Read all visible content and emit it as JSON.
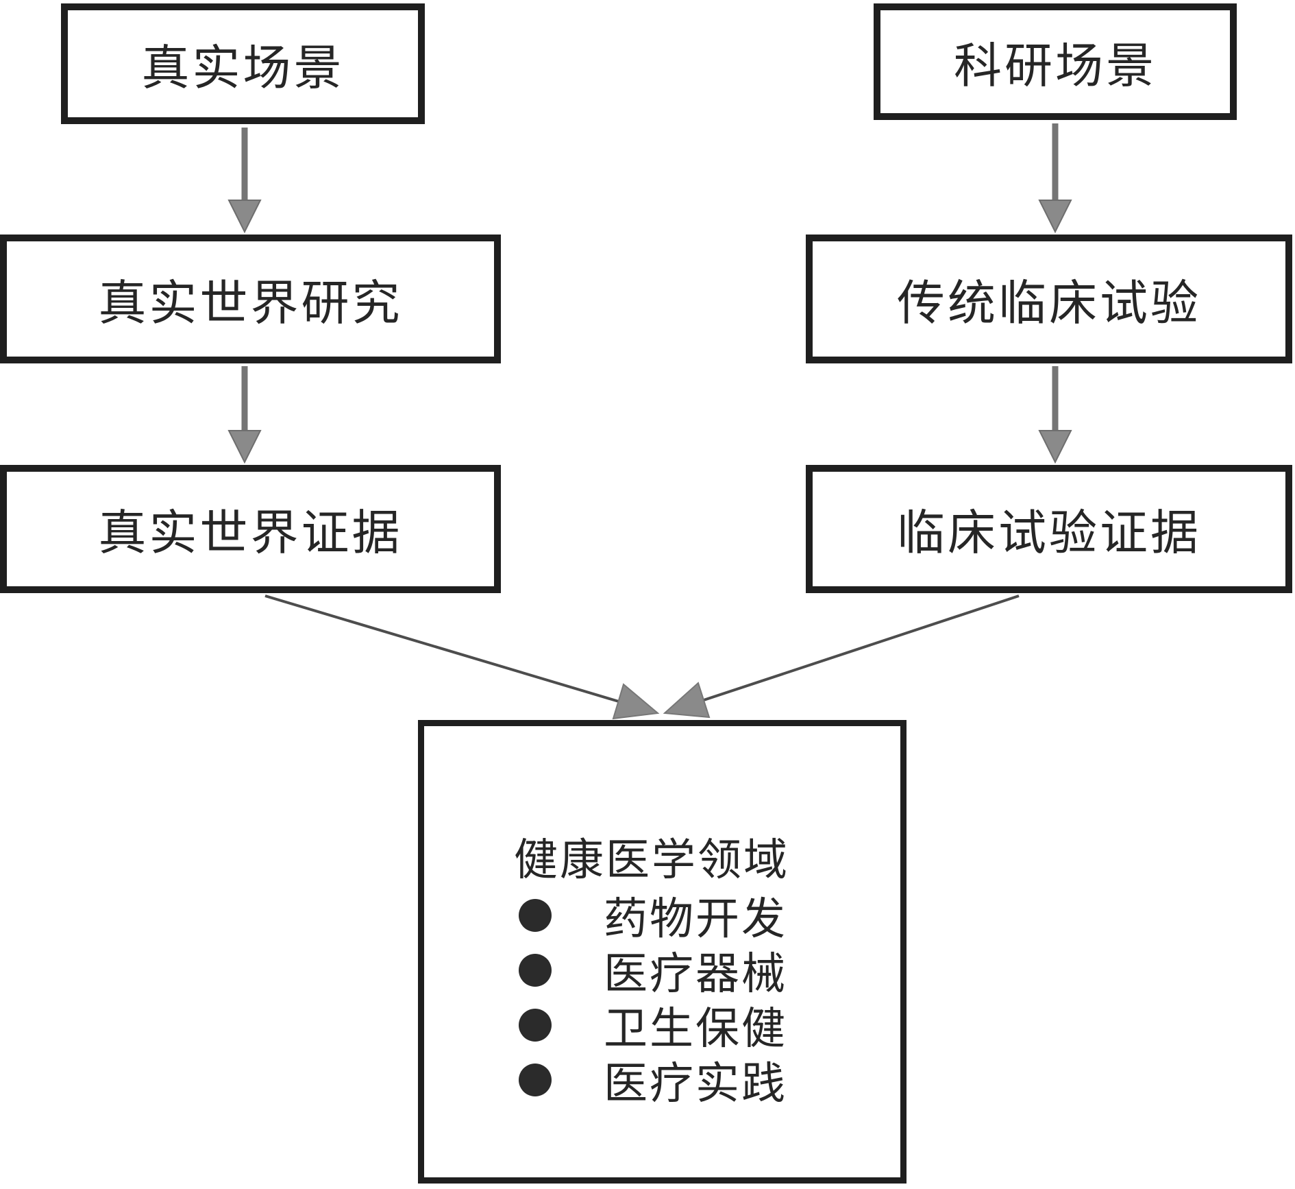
{
  "diagram": {
    "colors": {
      "background": "#ffffff",
      "box_border": "#1f1f1f",
      "text": "#262626",
      "arrow_shaft": "#757575",
      "arrow_head": "#8a8a8a",
      "connector_line": "#4d4d4d",
      "bullet_dot": "#2b2b2b"
    },
    "nodes": {
      "real_scene": {
        "label": "真实场景"
      },
      "research_scene": {
        "label": "科研场景"
      },
      "real_world_research": {
        "label": "真实世界研究"
      },
      "traditional_clinical_trial": {
        "label": "传统临床试验"
      },
      "real_world_evidence": {
        "label": "真实世界证据"
      },
      "clinical_trial_evidence": {
        "label": "临床试验证据"
      },
      "health_domain": {
        "title": "健康医学领域",
        "bullets": [
          "药物开发",
          "医疗器械",
          "卫生保健",
          "医疗实践"
        ]
      }
    }
  }
}
